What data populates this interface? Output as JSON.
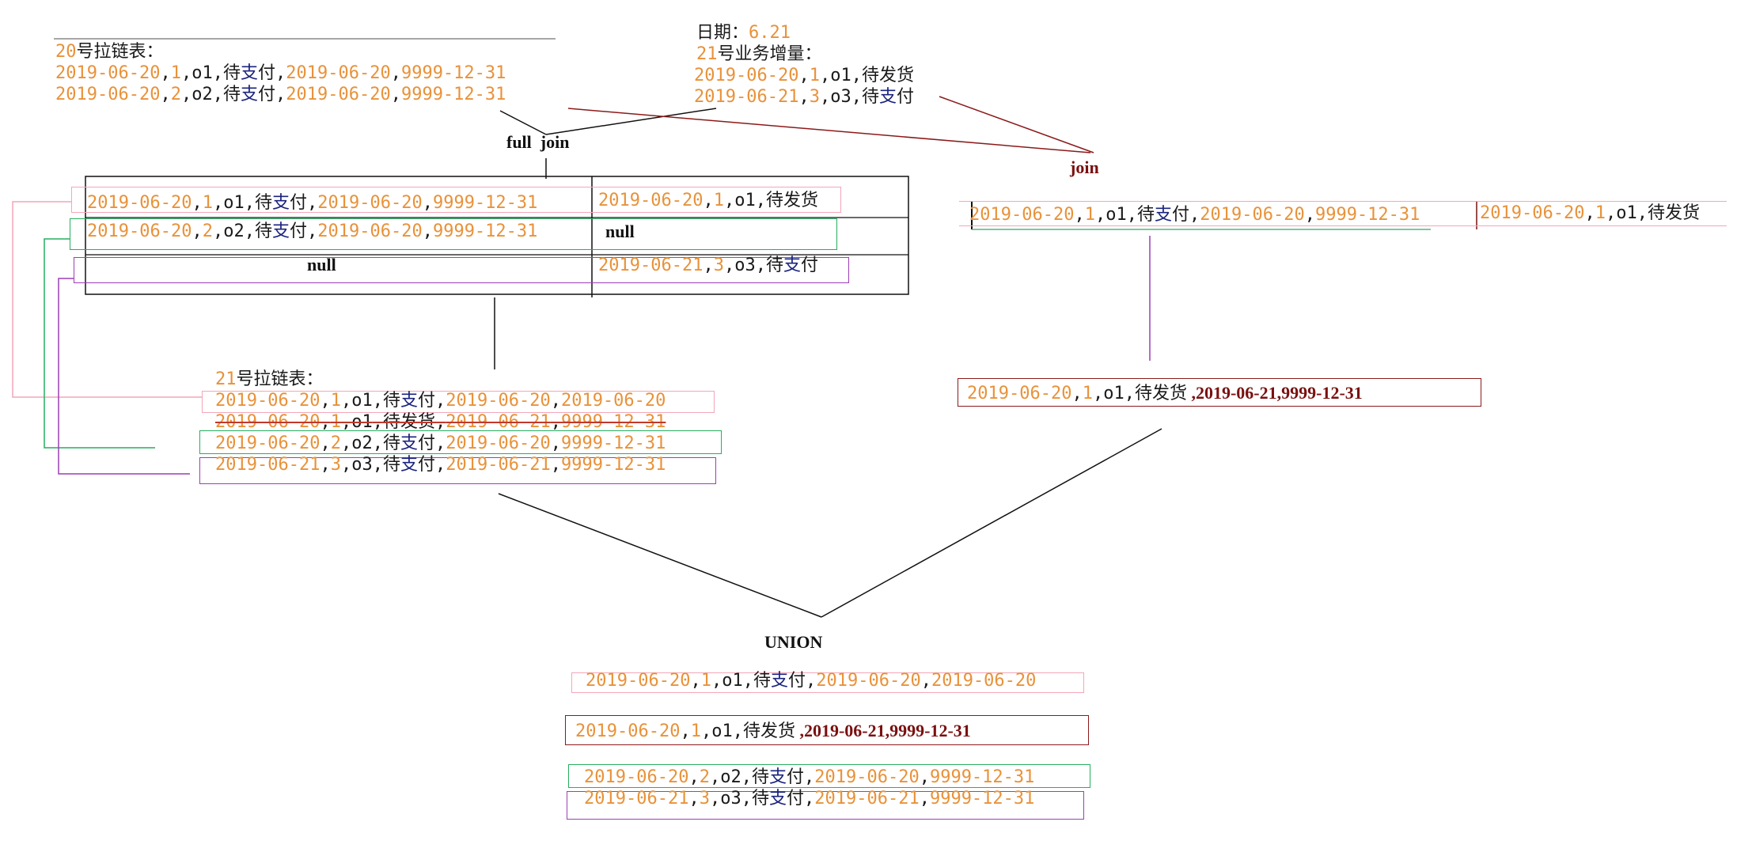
{
  "date": {
    "label": "日期：",
    "value": "6.21"
  },
  "t20": {
    "title_num": "20",
    "title_text": "号拉链表：",
    "rows": [
      {
        "date": "2019-06-20",
        "id": "1",
        "oid": "o1",
        "pre": "待",
        "mid": "支",
        "post": "付",
        "start": "2019-06-20",
        "end": "9999-12-31"
      },
      {
        "date": "2019-06-20",
        "id": "2",
        "oid": "o2",
        "pre": "待",
        "mid": "支",
        "post": "付",
        "start": "2019-06-20",
        "end": "9999-12-31"
      }
    ]
  },
  "inc21": {
    "title_num": "21",
    "title_text": "号业务增量：",
    "rows": [
      {
        "date": "2019-06-20",
        "id": "1",
        "oid": "o1",
        "pre": "待",
        "mid": "发",
        "post": "货"
      },
      {
        "date": "2019-06-21",
        "id": "3",
        "oid": "o3",
        "pre": "待",
        "mid": "支",
        "post": "付"
      }
    ]
  },
  "labels": {
    "full_join": "full  join",
    "join": "join",
    "union": "UNION",
    "null": "null"
  },
  "fj": {
    "left": [
      {
        "date": "2019-06-20",
        "id": "1",
        "oid": "o1",
        "pre": "待",
        "mid": "支",
        "post": "付",
        "start": "2019-06-20",
        "end": "9999-12-31"
      },
      {
        "date": "2019-06-20",
        "id": "2",
        "oid": "o2",
        "pre": "待",
        "mid": "支",
        "post": "付",
        "start": "2019-06-20",
        "end": "9999-12-31"
      }
    ],
    "right": [
      {
        "date": "2019-06-20",
        "id": "1",
        "oid": "o1",
        "pre": "待",
        "mid": "发",
        "post": "货"
      },
      {
        "date": "2019-06-21",
        "id": "3",
        "oid": "o3",
        "pre": "待",
        "mid": "支",
        "post": "付"
      }
    ]
  },
  "t21": {
    "title_num": "21",
    "title_text": "号拉链表：",
    "rows": [
      {
        "date": "2019-06-20",
        "id": "1",
        "oid": "o1",
        "pre": "待",
        "mid": "支",
        "post": "付",
        "start": "2019-06-20",
        "end": "2019-06-20"
      },
      {
        "date": "2019-06-20",
        "id": "1",
        "oid": "o1",
        "pre": "待",
        "mid": "发",
        "post": "货",
        "start": "2019-06-21",
        "end": "9999-12-31"
      },
      {
        "date": "2019-06-20",
        "id": "2",
        "oid": "o2",
        "pre": "待",
        "mid": "支",
        "post": "付",
        "start": "2019-06-20",
        "end": "9999-12-31"
      },
      {
        "date": "2019-06-21",
        "id": "3",
        "oid": "o3",
        "pre": "待",
        "mid": "支",
        "post": "付",
        "start": "2019-06-21",
        "end": "9999-12-31"
      }
    ]
  },
  "jr": {
    "left": {
      "date": "2019-06-20",
      "id": "1",
      "oid": "o1",
      "pre": "待",
      "mid": "支",
      "post": "付",
      "start": "2019-06-20",
      "end": "9999-12-31"
    },
    "right": {
      "date": "2019-06-20",
      "id": "1",
      "oid": "o1",
      "pre": "待",
      "mid": "发",
      "post": "货"
    }
  },
  "jres": {
    "date": "2019-06-20",
    "id": "1",
    "oid": "o1",
    "status": "待发货",
    "tail": " ,2019-06-21,9999-12-31"
  },
  "un": {
    "r1": {
      "date": "2019-06-20",
      "id": "1",
      "oid": "o1",
      "pre": "待",
      "mid": "支",
      "post": "付",
      "start": "2019-06-20",
      "end": "2019-06-20"
    },
    "r2": {
      "date": "2019-06-20",
      "id": "1",
      "oid": "o1",
      "status": "待发货",
      "tail": " ,2019-06-21,9999-12-31"
    },
    "r3": {
      "date": "2019-06-20",
      "id": "2",
      "oid": "o2",
      "pre": "待",
      "mid": "支",
      "post": "付",
      "start": "2019-06-20",
      "end": "9999-12-31"
    },
    "r4": {
      "date": "2019-06-21",
      "id": "3",
      "oid": "o3",
      "pre": "待",
      "mid": "支",
      "post": "付",
      "start": "2019-06-21",
      "end": "9999-12-31"
    }
  },
  "colors": {
    "orange": "#e8923a",
    "navy": "#1a237e",
    "dark_red": "#7a1010",
    "pink": "#f4a6b8",
    "green": "#27ae60",
    "purple": "#9b3fb5"
  }
}
